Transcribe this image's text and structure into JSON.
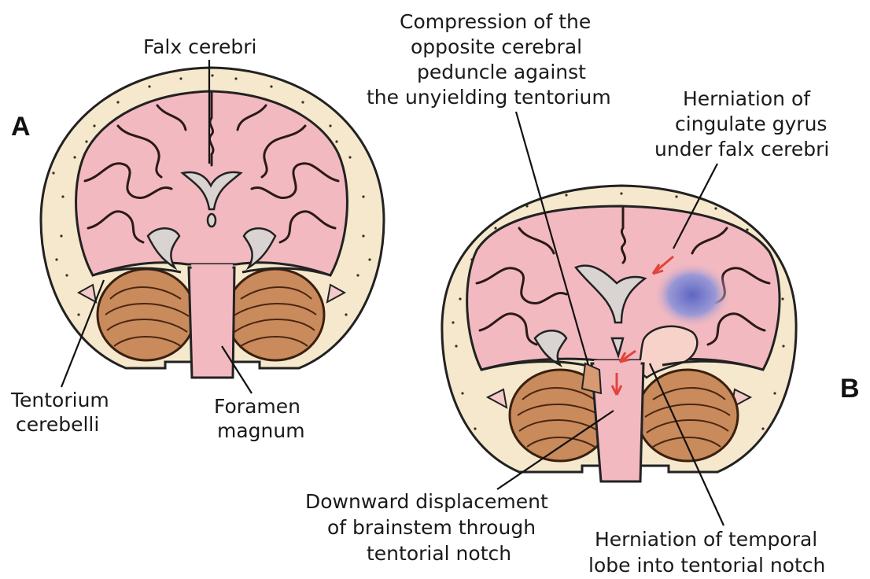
{
  "panels": {
    "a": {
      "letter": "A"
    },
    "b": {
      "letter": "B"
    }
  },
  "labels": {
    "falx_cerebri": "Falx cerebri",
    "tentorium_line1": "Tentorium",
    "tentorium_line2": "cerebelli",
    "foramen_line1": "Foramen",
    "foramen_line2": "magnum",
    "compression_line1": "Compression of the",
    "compression_line2": "opposite cerebral",
    "compression_line3": "peduncle against",
    "compression_line4": "the unyielding tentorium",
    "cingulate_line1": "Herniation of",
    "cingulate_line2": "cingulate gyrus",
    "cingulate_line3": "under falx cerebri",
    "downward_line1": "Downward displacement",
    "downward_line2": "of brainstem through",
    "downward_line3": "tentorial notch",
    "temporal_line1": "Herniation of temporal",
    "temporal_line2": "lobe into tentorial notch"
  },
  "colors": {
    "skull": "#f5e8cc",
    "brain": "#f3b9c0",
    "ventricle": "#d9d3d1",
    "cerebellum": "#c98a5c",
    "mass": "#6f78c8",
    "arrow": "#e0443a"
  }
}
